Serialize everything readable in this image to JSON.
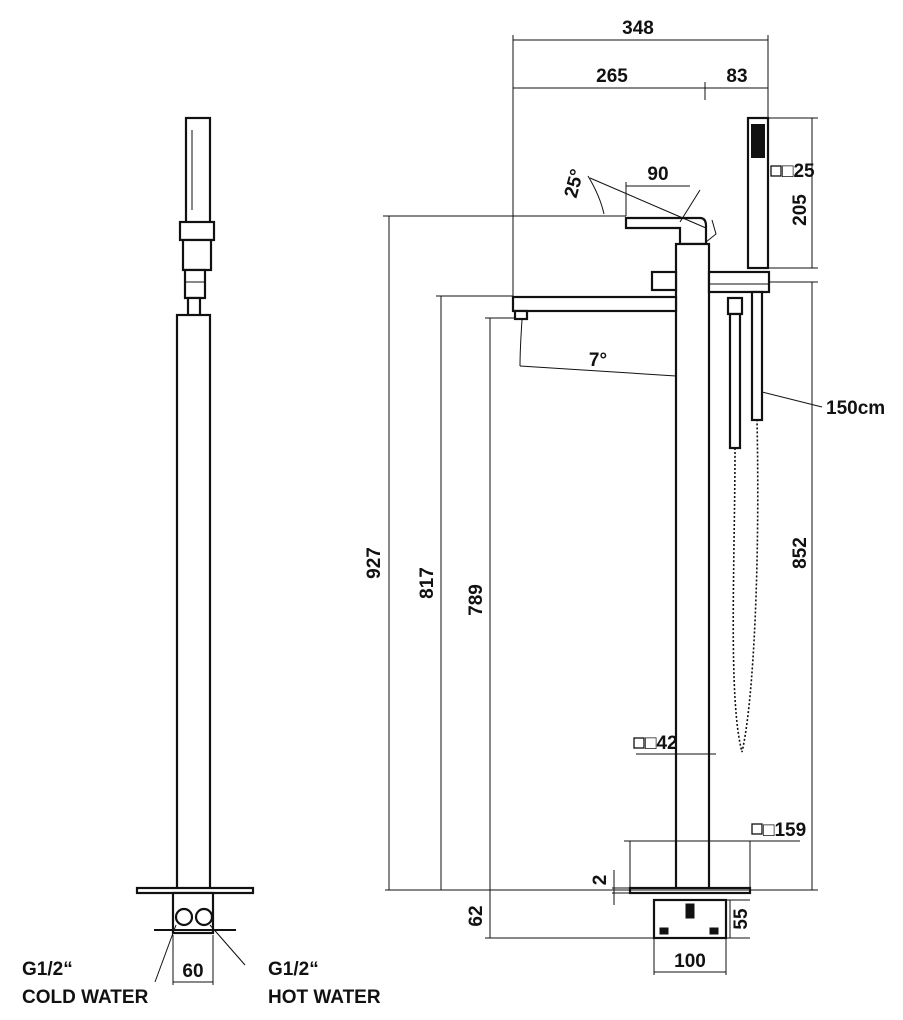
{
  "dimensions": {
    "overall_width": "348",
    "spout_reach": "265",
    "hand_shower_offset": "83",
    "lever_length": "90",
    "lever_angle": "25°",
    "spout_angle": "7°",
    "hand_shower_square": "□25",
    "hand_shower_length": "205",
    "hose_length": "150cm",
    "total_height": "927",
    "spout_height": "817",
    "outlet_height": "789",
    "hand_shower_holder_height": "852",
    "column_square": "□42",
    "base_plate_square": "□159",
    "base_plate_thickness": "2",
    "base_height": "62",
    "base_box_height": "55",
    "base_width": "100",
    "connection_width": "60"
  },
  "labels": {
    "cold_thread": "G1/2“",
    "cold_water": "COLD WATER",
    "hot_thread": "G1/2“",
    "hot_water": "HOT WATER"
  },
  "colors": {
    "line": "#111111",
    "background": "#ffffff"
  }
}
